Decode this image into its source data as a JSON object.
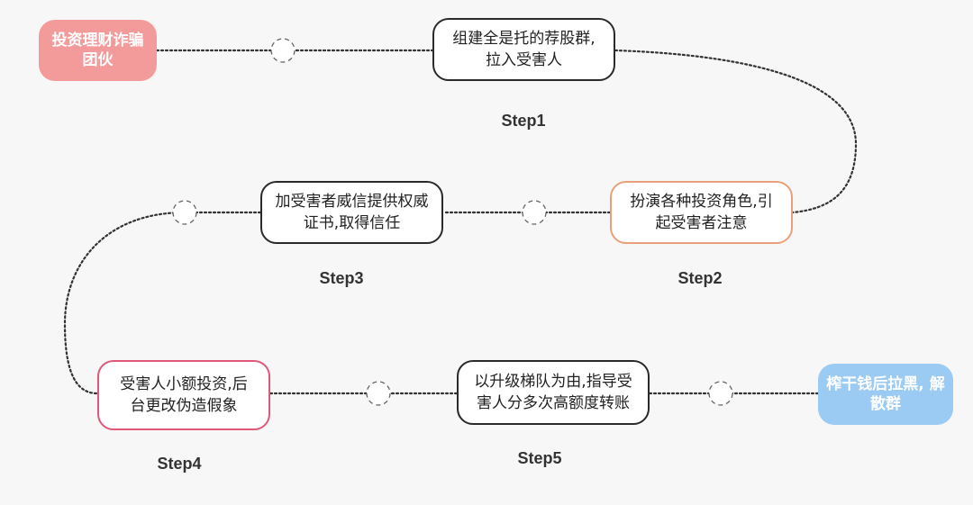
{
  "colors": {
    "start_pill": "#f39a9a",
    "end_pill": "#9bcaf3",
    "step2_border": "#e9a07a",
    "step4_border": "#e0577a",
    "connector": "#333333"
  },
  "start": {
    "lines": [
      "投资理财诈骗",
      "团伙"
    ]
  },
  "end": {
    "lines": [
      "榨干钱后拉黑,",
      "解散群"
    ]
  },
  "steps": [
    {
      "label": "Step1",
      "lines": [
        "组建全是托的荐股群,",
        "拉入受害人"
      ]
    },
    {
      "label": "Step2",
      "lines": [
        "扮演各种投资角色,引",
        "起受害者注意"
      ]
    },
    {
      "label": "Step3",
      "lines": [
        "加受害者威信提供权威",
        "证书,取得信任"
      ]
    },
    {
      "label": "Step4",
      "lines": [
        "受害人小额投资,后",
        "台更改伪造假象"
      ]
    },
    {
      "label": "Step5",
      "lines": [
        "以升级梯队为由,指导受",
        "害人分多次高额度转账"
      ]
    }
  ]
}
